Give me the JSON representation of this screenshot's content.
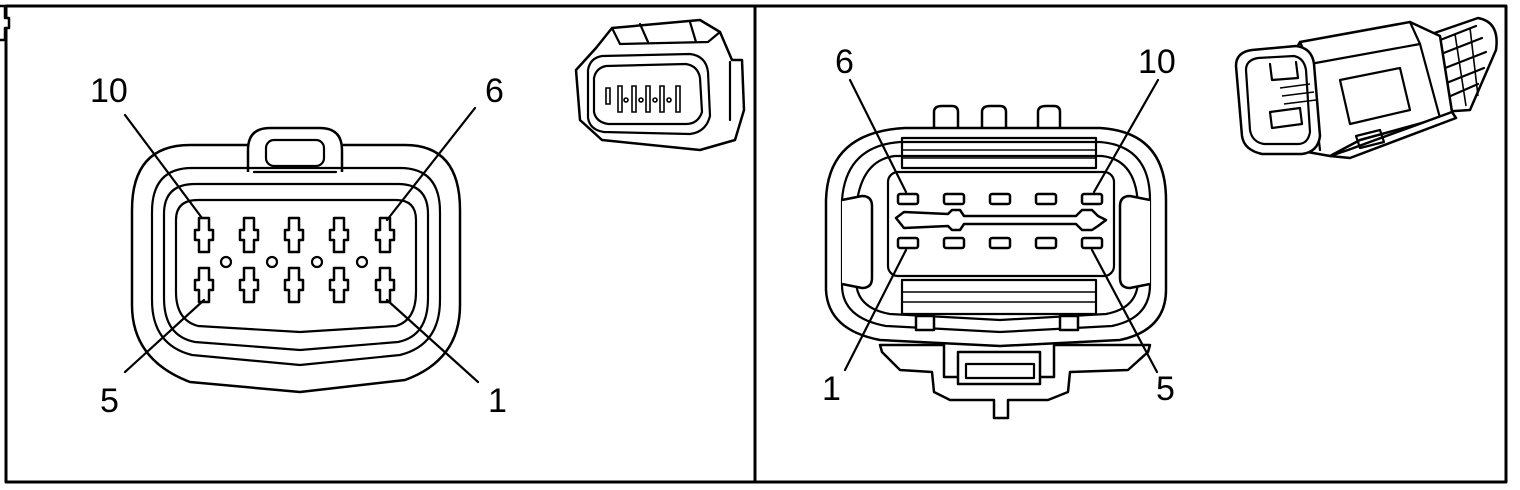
{
  "panels": [
    {
      "labels": {
        "top_left": "10",
        "top_right": "6",
        "bottom_left": "5",
        "bottom_right": "1"
      }
    },
    {
      "labels": {
        "top_left": "6",
        "top_right": "10",
        "bottom_left": "1",
        "bottom_right": "5"
      }
    }
  ]
}
